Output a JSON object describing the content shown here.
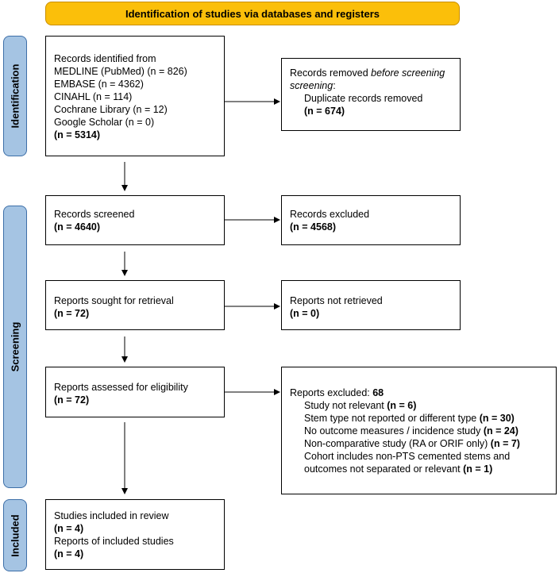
{
  "header": "Identification of studies via databases and registers",
  "sides": {
    "identification": "Identification",
    "screening": "Screening",
    "included": "Included"
  },
  "identified": {
    "title": "Records identified from",
    "sources": [
      "MEDLINE (PubMed) (n = 826)",
      "EMBASE (n = 4362)",
      "CINAHL (n = 114)",
      "Cochrane Library (n = 12)",
      "Google Scholar (n = 0)"
    ],
    "total": "(n = 5314)"
  },
  "removed": {
    "prefix": "Records removed ",
    "italic_part": "before screening",
    "suffix": ":",
    "item": "Duplicate records removed",
    "count": "(n = 674)"
  },
  "screened": {
    "title": "Records screened",
    "count": "(n = 4640)"
  },
  "excluded": {
    "title": "Records excluded",
    "count": "(n = 4568)"
  },
  "sought": {
    "title": "Reports sought for retrieval",
    "count": "(n = 72)"
  },
  "not_retrieved": {
    "title": "Reports not retrieved",
    "count": "(n = 0)"
  },
  "assessed": {
    "title": "Reports assessed for eligibility",
    "count": "(n = 72)"
  },
  "reports_excluded": {
    "title": "Reports excluded: ",
    "total": "68",
    "reasons": [
      {
        "text": "Study not relevant ",
        "count": "(n = 6)"
      },
      {
        "text": "Stem type not reported or different type ",
        "count": "(n = 30)"
      },
      {
        "text": "No outcome measures / incidence study ",
        "count": "(n = 24)"
      },
      {
        "text": "Non-comparative study (RA or ORIF only) ",
        "count": "(n = 7)"
      },
      {
        "text": "Cohort includes non-PTS cemented stems and",
        "count": ""
      },
      {
        "text": "outcomes not separated or relevant ",
        "count": "(n = 1)"
      }
    ]
  },
  "included": {
    "studies_label": "Studies included in review",
    "studies_count": "(n = 4)",
    "reports_label": "Reports of included studies",
    "reports_count": "(n = 4)"
  }
}
